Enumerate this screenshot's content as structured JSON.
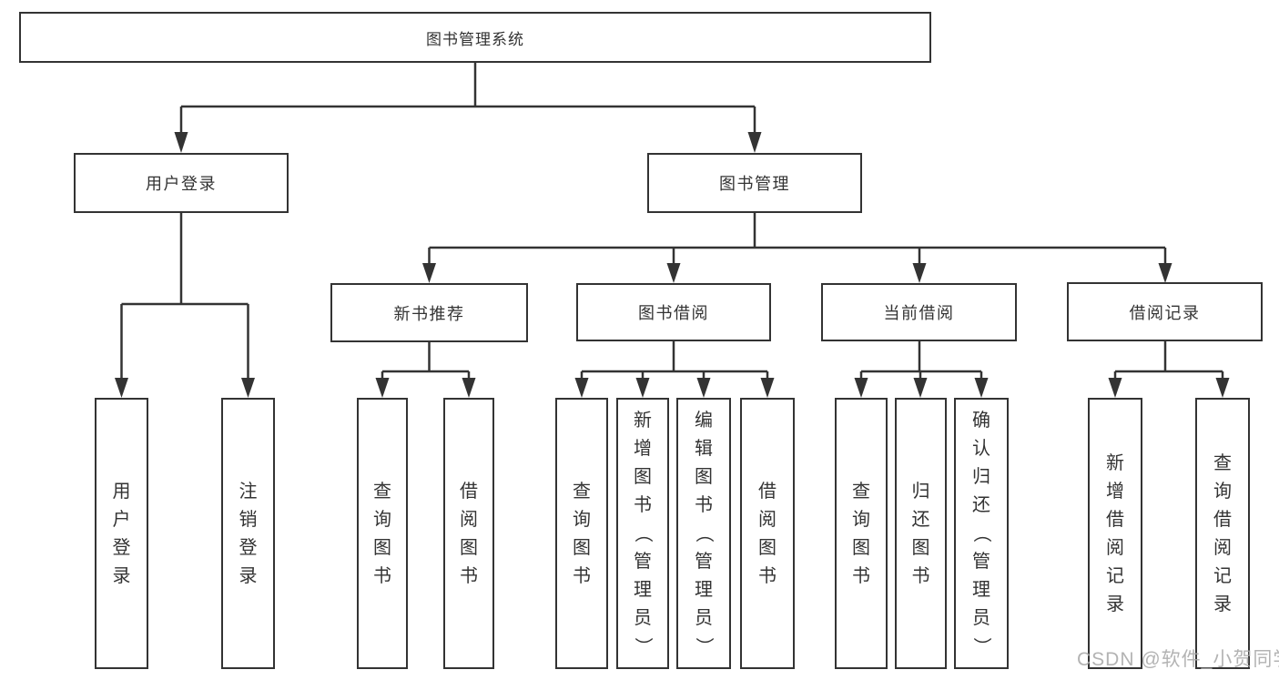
{
  "diagram": {
    "root": {
      "label": "图书管理系统"
    },
    "branches": [
      {
        "label": "用户登录",
        "children": [
          {
            "label": "用户登录"
          },
          {
            "label": "注销登录"
          }
        ]
      },
      {
        "label": "图书管理",
        "children": [
          {
            "label": "新书推荐",
            "children": [
              {
                "label": "查询图书"
              },
              {
                "label": "借阅图书"
              }
            ]
          },
          {
            "label": "图书借阅",
            "children": [
              {
                "label": "查询图书"
              },
              {
                "label": "新增图书（管理员）"
              },
              {
                "label": "编辑图书（管理员）"
              },
              {
                "label": "借阅图书"
              }
            ]
          },
          {
            "label": "当前借阅",
            "children": [
              {
                "label": "查询图书"
              },
              {
                "label": "归还图书"
              },
              {
                "label": "确认归还（管理员）"
              }
            ]
          },
          {
            "label": "借阅记录",
            "children": [
              {
                "label": "新增借阅记录"
              },
              {
                "label": "查询借阅记录"
              }
            ]
          }
        ]
      }
    ]
  },
  "watermark": {
    "text": "CSDN @软件_小贺同学"
  },
  "colors": {
    "line": "#333333",
    "text": "#333333",
    "box_background": "#ffffff",
    "page_background": "#ffffff",
    "watermark": "#a9a9a9"
  }
}
